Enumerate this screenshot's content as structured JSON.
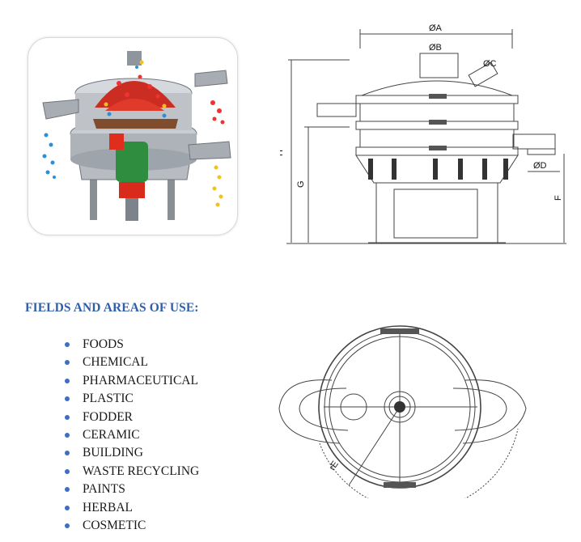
{
  "side_view": {
    "labels": {
      "dia_a": "ØA",
      "dia_b": "ØB",
      "dia_c": "ØC",
      "dia_d": "ØD",
      "height_h": "H",
      "height_g": "G",
      "height_f": "F"
    }
  },
  "top_view": {
    "labels": {
      "radius_e": "rE"
    }
  },
  "fields": {
    "title": "FIELDS AND AREAS OF USE:",
    "items": [
      "FOODS",
      "CHEMICAL",
      "PHARMACEUTICAL",
      "PLASTIC",
      "FODDER",
      "CERAMIC",
      "BUILDING",
      "WASTE RECYCLING",
      "PAINTS",
      "HERBAL",
      "COSMETIC"
    ]
  }
}
